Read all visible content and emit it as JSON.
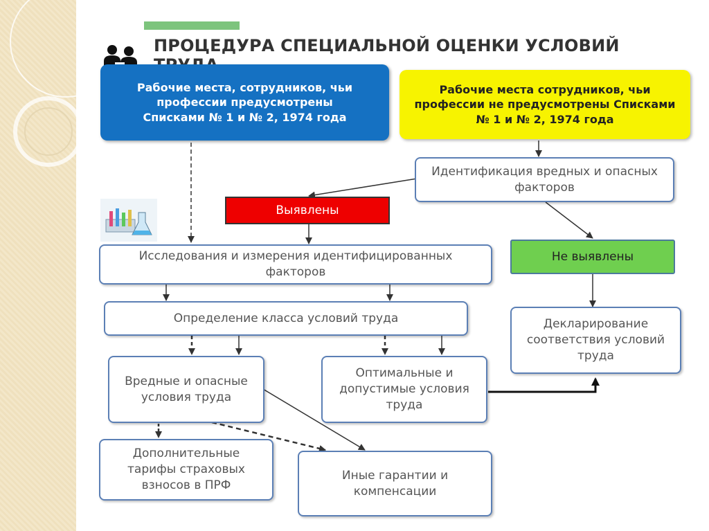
{
  "title": "ПРОЦЕДУРА СПЕЦИАЛЬНОЙ ОЦЕНКИ УСЛОВИЙ ТРУДА",
  "colors": {
    "blue_box": "#1571c2",
    "yellow_box": "#f7f300",
    "red_box": "#ee0000",
    "green_box": "#6fcf4f",
    "accent_bar": "#7dc47d"
  },
  "icons": {
    "people": "people-silhouette-icon",
    "lab": "lab-glassware-icon"
  },
  "nodes": {
    "listed": "Рабочие места, сотрудников, чьи профессии предусмотрены Списками № 1 и № 2, 1974 года",
    "not_listed": "Рабочие места сотрудников, чьи профессии не предусмотрены Списками № 1 и № 2, 1974 года",
    "identification": "Идентификация вредных и опасных факторов",
    "found": "Выявлены",
    "not_found": "Не выявлены",
    "research": "Исследования и измерения идентифицированных факторов",
    "class_def": "Определение класса условий труда",
    "harmful": "Вредные и опасные условия труда",
    "optimal": "Оптимальные и допустимые условия труда",
    "declaration": "Декларирование соответствия условий труда",
    "tariffs": "Дополнительные тарифы страховых взносов в ПРФ",
    "guarantees": "Иные гарантии и компенсации"
  }
}
